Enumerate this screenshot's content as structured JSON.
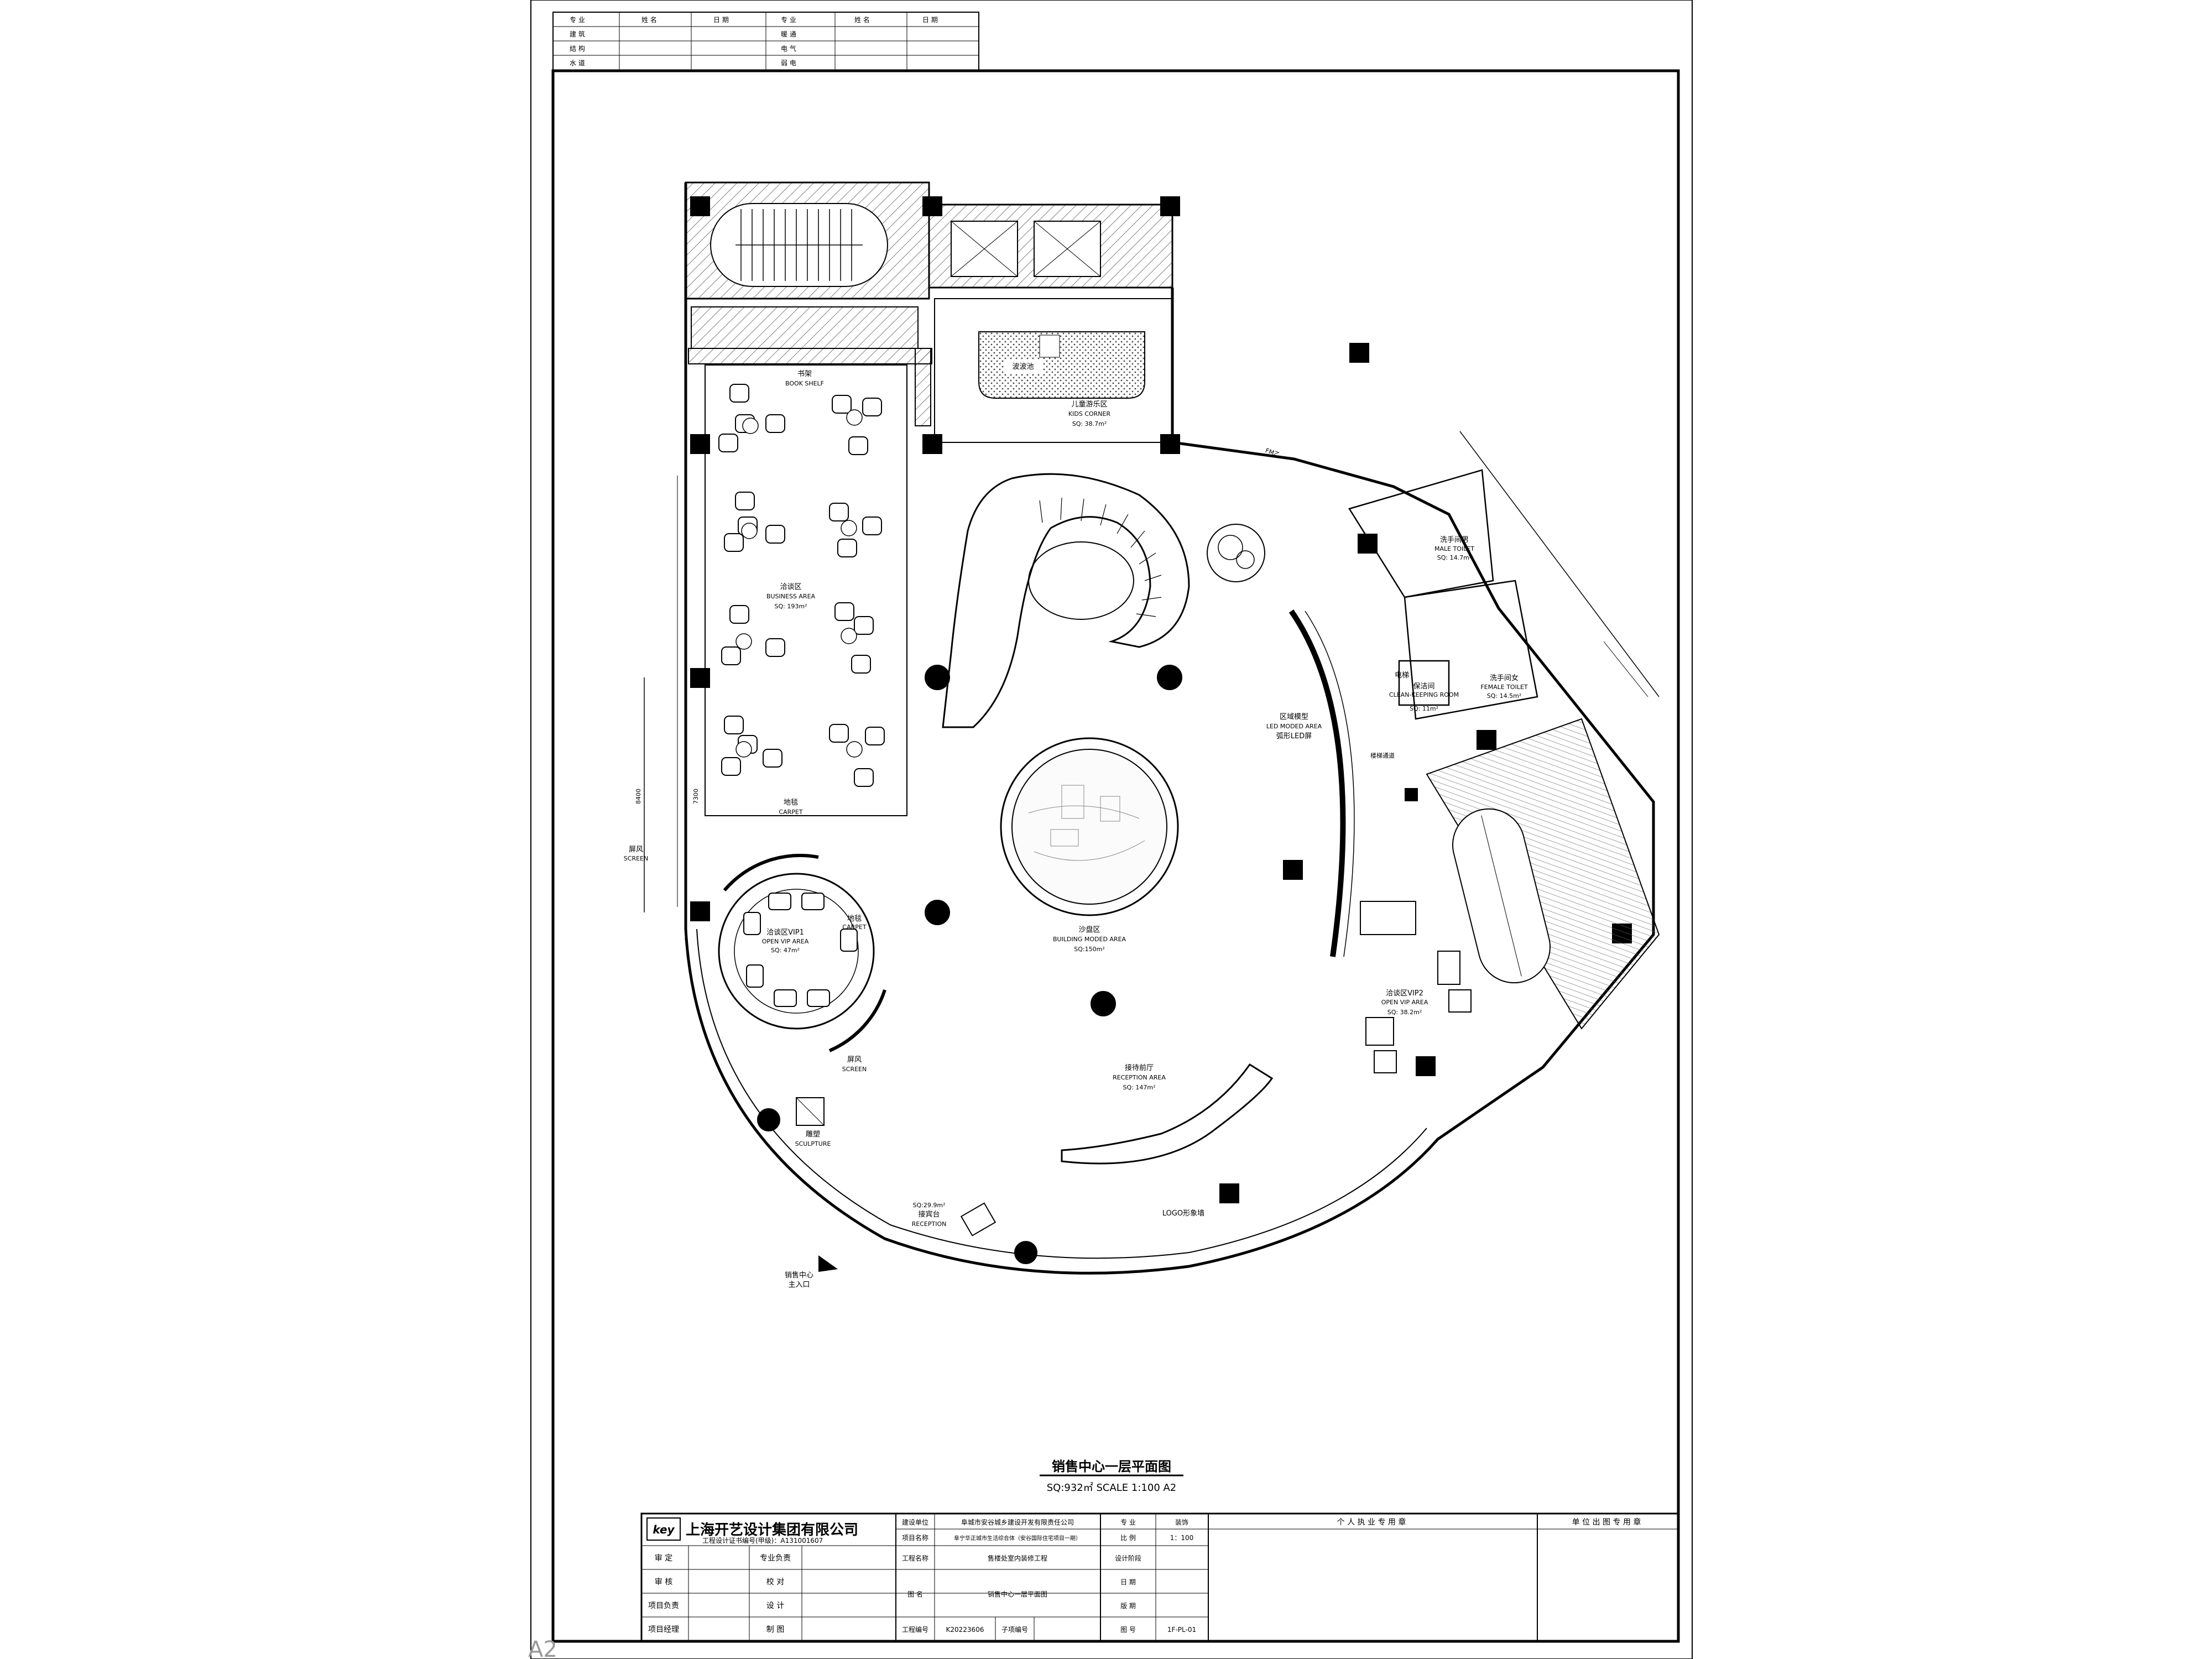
{
  "sheet_label": "A2",
  "header_table": {
    "col_headers": [
      "专 业",
      "姓 名",
      "日 期",
      "专 业",
      "姓 名",
      "日 期"
    ],
    "rows": [
      [
        "建 筑",
        "暖 通"
      ],
      [
        "结 构",
        "电 气"
      ],
      [
        "水 道",
        "弱 电"
      ]
    ]
  },
  "plan": {
    "title": "销售中心一层平面图",
    "subtitle": "SQ:932㎡  SCALE 1:100  A2",
    "areas": {
      "book_shelf": {
        "cn": "书架",
        "en": "BOOK SHELF"
      },
      "pool": {
        "cn": "波波池"
      },
      "kids": {
        "cn": "儿童游乐区",
        "en": "KIDS CORNER",
        "sq": "SQ: 38.7m²"
      },
      "business": {
        "cn": "洽谈区",
        "en": "BUSINESS AREA",
        "sq": "SQ: 193m²"
      },
      "carpet": {
        "cn": "地毯",
        "en": "CARPET"
      },
      "screen_left": {
        "cn": "屏风",
        "en": "SCREEN",
        "dim1": "8400",
        "dim2": "7300"
      },
      "vip1": {
        "cn": "洽谈区VIP1",
        "en": "OPEN VIP AREA",
        "sq": "SQ: 47m²"
      },
      "carpet2": {
        "cn": "地毯",
        "en": "CARPET"
      },
      "screen2": {
        "cn": "屏风",
        "en": "SCREEN"
      },
      "sculpture": {
        "cn": "雕塑",
        "en": "SCULPTURE"
      },
      "reception": {
        "sq": "SQ:29.9m²",
        "cn": "接宾台",
        "en": "RECEPTION"
      },
      "entrance": {
        "cn1": "销售中心",
        "cn2": "主入口"
      },
      "logo_wall": {
        "cn": "LOGO形象墙"
      },
      "reception_hall": {
        "cn": "接待前厅",
        "en": "RECEPTION AREA",
        "sq": "SQ: 147m²"
      },
      "model": {
        "cn": "沙盘区",
        "en": "BUILDING MODED AREA",
        "sq": "SQ:150m²"
      },
      "led": {
        "cn": "区域模型",
        "en": "LED MODED AREA",
        "cn2": "弧形LED屏"
      },
      "vip2": {
        "cn": "洽谈区VIP2",
        "en": "OPEN VIP AREA",
        "sq": "SQ: 38.2m²"
      },
      "male_toilet": {
        "cn": "洗手间男",
        "en": "MALE TOILET",
        "sq": "SQ: 14.7m²"
      },
      "female_toilet": {
        "cn": "洗手间女",
        "en": "FEMALE TOILET",
        "sq": "SQ: 14.5m²"
      },
      "cleaning": {
        "cn": "保洁间",
        "en": "CLEAN-KEEPING ROOM",
        "sq": "SQ: 11m²"
      },
      "fire_door": {
        "cn": "FM乙"
      },
      "landing": {
        "cn": "电梯"
      },
      "corridor": {
        "cn": "楼梯通道"
      }
    }
  },
  "title_block": {
    "company": "上海开艺设计集团有限公司",
    "logo": "key",
    "cert": "工程设计证书编号(甲级)：A131001607",
    "build_unit_label": "建设单位",
    "build_unit": "阜城市安谷城乡建设开发有限责任公司",
    "project_name_label": "项目名称",
    "project_name": "阜宁华正城市生活综合体（安谷国际住宅项目一期）",
    "major_label": "专 业",
    "major": "装饰",
    "scale_label": "比 例",
    "scale": "1：100",
    "stage_label": "设计阶段",
    "date_label": "日 期",
    "version_label": "版 期",
    "drawing_no_label": "图 号",
    "drawing_no": "1F-PL-01",
    "engineering_label": "工程名称",
    "engineering": "售楼处室内装修工程",
    "drawing_name_label": "图 名",
    "drawing_name": "销售中心一层平面图",
    "eng_no_label": "工程编号",
    "eng_no": "K20223606",
    "sub_no_label": "子项编号",
    "personal_seal": "个 人 执 业 专 用 章",
    "unit_seal": "单 位 出 图 专 用 章",
    "roles": [
      [
        "审 定",
        "专业负责"
      ],
      [
        "审 核",
        "校 对"
      ],
      [
        "项目负责",
        "设 计"
      ],
      [
        "项目经理",
        "制 图"
      ]
    ]
  }
}
